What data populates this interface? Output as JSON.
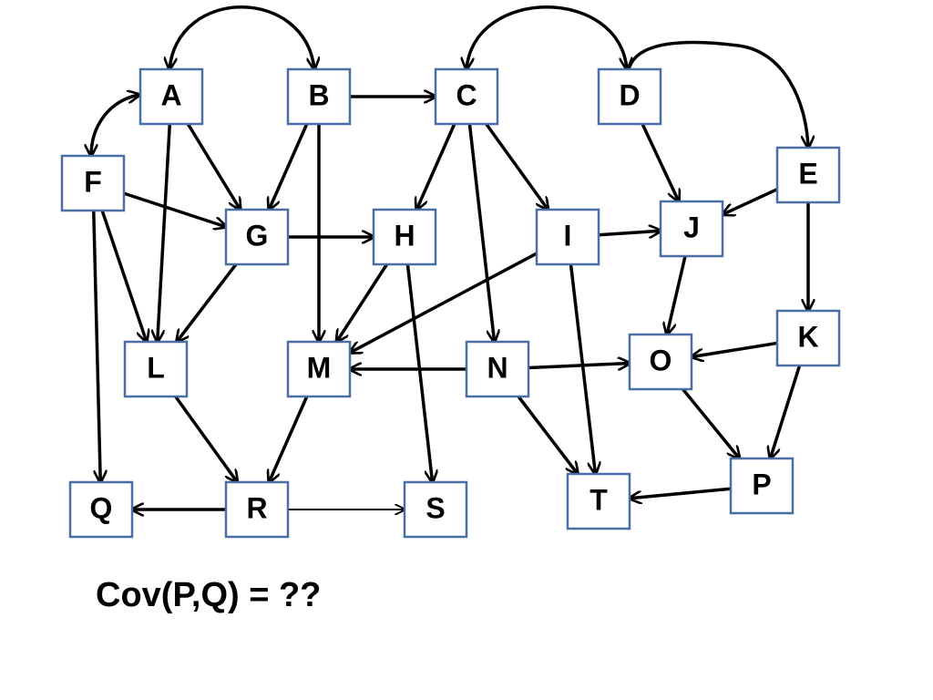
{
  "diagram": {
    "nodes": [
      {
        "id": "A",
        "label": "A"
      },
      {
        "id": "B",
        "label": "B"
      },
      {
        "id": "C",
        "label": "C"
      },
      {
        "id": "D",
        "label": "D"
      },
      {
        "id": "E",
        "label": "E"
      },
      {
        "id": "F",
        "label": "F"
      },
      {
        "id": "G",
        "label": "G"
      },
      {
        "id": "H",
        "label": "H"
      },
      {
        "id": "I",
        "label": "I"
      },
      {
        "id": "J",
        "label": "J"
      },
      {
        "id": "K",
        "label": "K"
      },
      {
        "id": "L",
        "label": "L"
      },
      {
        "id": "M",
        "label": "M"
      },
      {
        "id": "N",
        "label": "N"
      },
      {
        "id": "O",
        "label": "O"
      },
      {
        "id": "P",
        "label": "P"
      },
      {
        "id": "Q",
        "label": "Q"
      },
      {
        "id": "R",
        "label": "R"
      },
      {
        "id": "S",
        "label": "S"
      },
      {
        "id": "T",
        "label": "T"
      }
    ],
    "edges": [
      {
        "from": "B",
        "to": "A"
      },
      {
        "from": "A",
        "to": "F"
      },
      {
        "from": "F",
        "to": "A"
      },
      {
        "from": "A",
        "to": "B"
      },
      {
        "from": "A",
        "to": "G"
      },
      {
        "from": "A",
        "to": "L"
      },
      {
        "from": "B",
        "to": "C"
      },
      {
        "from": "B",
        "to": "G"
      },
      {
        "from": "B",
        "to": "M"
      },
      {
        "from": "D",
        "to": "C"
      },
      {
        "from": "C",
        "to": "D"
      },
      {
        "from": "C",
        "to": "H"
      },
      {
        "from": "C",
        "to": "I"
      },
      {
        "from": "C",
        "to": "N"
      },
      {
        "from": "D",
        "to": "E"
      },
      {
        "from": "D",
        "to": "J"
      },
      {
        "from": "E",
        "to": "J"
      },
      {
        "from": "E",
        "to": "K"
      },
      {
        "from": "F",
        "to": "G"
      },
      {
        "from": "F",
        "to": "L"
      },
      {
        "from": "F",
        "to": "Q"
      },
      {
        "from": "G",
        "to": "H"
      },
      {
        "from": "G",
        "to": "L"
      },
      {
        "from": "H",
        "to": "M"
      },
      {
        "from": "H",
        "to": "S"
      },
      {
        "from": "I",
        "to": "J"
      },
      {
        "from": "I",
        "to": "M"
      },
      {
        "from": "I",
        "to": "T"
      },
      {
        "from": "J",
        "to": "O"
      },
      {
        "from": "K",
        "to": "O"
      },
      {
        "from": "K",
        "to": "P"
      },
      {
        "from": "L",
        "to": "R"
      },
      {
        "from": "M",
        "to": "R"
      },
      {
        "from": "N",
        "to": "M"
      },
      {
        "from": "N",
        "to": "O"
      },
      {
        "from": "N",
        "to": "T"
      },
      {
        "from": "O",
        "to": "P"
      },
      {
        "from": "P",
        "to": "T"
      },
      {
        "from": "R",
        "to": "Q"
      },
      {
        "from": "R",
        "to": "S"
      }
    ],
    "caption": "Cov(P,Q) = ??"
  }
}
